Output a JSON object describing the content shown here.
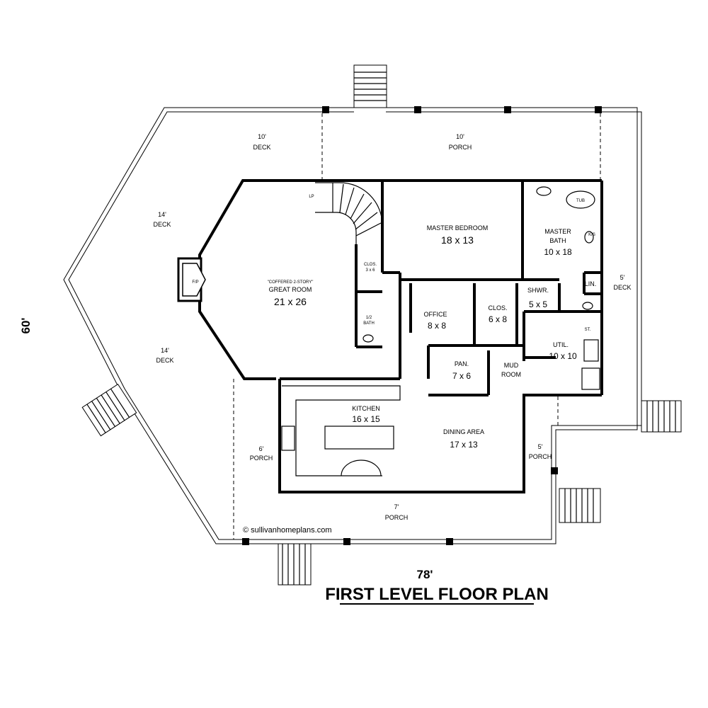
{
  "plan_title": "FIRST LEVEL FLOOR PLAN",
  "dimensions": {
    "width": "78'",
    "depth": "60'"
  },
  "copyright": "© sullivanhomeplans.com",
  "rooms": {
    "deck_top": {
      "size": "10'",
      "name": "DECK"
    },
    "porch_top": {
      "size": "10'",
      "name": "PORCH"
    },
    "deck_left_upper": {
      "size": "14'",
      "name": "DECK"
    },
    "deck_left_lower": {
      "size": "14'",
      "name": "DECK"
    },
    "great_room": {
      "note": "\"COFFERED 2-STORY\"",
      "name": "GREAT ROOM",
      "size": "21 x 26"
    },
    "fireplace": {
      "name": "F/P"
    },
    "landing": {
      "name": "LP"
    },
    "master_bedroom": {
      "name": "MASTER BEDROOM",
      "size": "18 x 13"
    },
    "master_bath": {
      "name_line1": "MASTER",
      "name_line2": "BATH",
      "size": "10 x 18"
    },
    "tub": {
      "name": "TUB"
    },
    "vanity": {
      "name": "K/S"
    },
    "linen": {
      "name": "LIN."
    },
    "shower": {
      "name": "SHWR.",
      "size": "5 x 5"
    },
    "deck_right": {
      "size": "5'",
      "name": "DECK"
    },
    "closet_small": {
      "name": "CLOS.",
      "size": "3 x 6"
    },
    "half_bath": {
      "name": "1/2",
      "name2": "BATH"
    },
    "office": {
      "name": "OFFICE",
      "size": "8 x 8"
    },
    "closet": {
      "name": "CLOS.",
      "size": "6 x 8"
    },
    "utility": {
      "name": "UTIL.",
      "size": "10 x 10"
    },
    "storage": {
      "name": "ST."
    },
    "pantry": {
      "name": "PAN.",
      "size": "7 x 6"
    },
    "mud_room": {
      "name_line1": "MUD",
      "name_line2": "ROOM"
    },
    "kitchen": {
      "name": "KITCHEN",
      "size": "16 x 15"
    },
    "dining": {
      "name": "DINING AREA",
      "size": "17 x 13"
    },
    "porch_left": {
      "size": "6'",
      "name": "PORCH"
    },
    "porch_right": {
      "size": "5'",
      "name": "PORCH"
    },
    "porch_bottom": {
      "size": "7'",
      "name": "PORCH"
    }
  }
}
